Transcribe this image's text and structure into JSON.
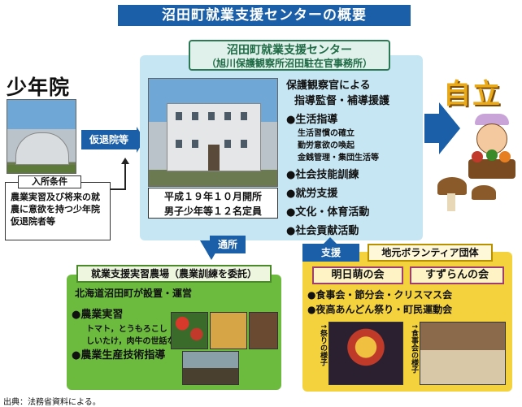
{
  "title": "沼田町就業支援センターの概要",
  "left": {
    "facility": "少年院",
    "arrow_label": "仮退院等",
    "condition_label": "入所条件",
    "condition_text": "農業実習及び将来の就農に意欲を持つ少年院仮退院者等"
  },
  "center": {
    "name": "沼田町就業支援センター",
    "office": "（旭川保護観察所沼田駐在官事務所）",
    "photo_caption_1": "平成１９年１０月開所",
    "photo_caption_2": "男子少年等１２名定員",
    "lead_1": "保護観察官による",
    "lead_2": "指導監督・補導援護",
    "items": [
      "●生活指導",
      "●社会技能訓練",
      "●就労支援",
      "●文化・体育活動",
      "●社会貢献活動"
    ],
    "subitems": [
      "生活習慣の確立",
      "勤労意欲の喚起",
      "金銭管理・集団生活等"
    ]
  },
  "right": {
    "goal": "自立"
  },
  "bottom_left": {
    "arrow_label": "通所",
    "title": "就業支援実習農場（農業訓練を委託）",
    "operator": "北海道沼田町が設置・運営",
    "item_1": "●農業実習",
    "item_1_detail_1": "トマト，とうもろこし",
    "item_1_detail_2": "しいたけ，肉牛の世話など",
    "item_2": "●農業生産技術指導"
  },
  "bottom_right": {
    "support_label": "支援",
    "title": "地元ボランティア団体",
    "group_1": "明日萌の会",
    "group_2": "すずらんの会",
    "activity_1": "●食事会・節分会・クリスマス会",
    "activity_2": "●夜高あんどん祭り・町民運動会",
    "photo_caption_1": "↑祭りの様子",
    "photo_caption_2": "↑食事会の様子"
  },
  "credit": "出典：法務省資料による。",
  "colors": {
    "blue": "#1a5fa8",
    "center_bg": "#c7e6f3",
    "green_bg": "#6cbb3f",
    "yellow_bg": "#f4d23e",
    "goal_gold": "#e8a91a"
  }
}
